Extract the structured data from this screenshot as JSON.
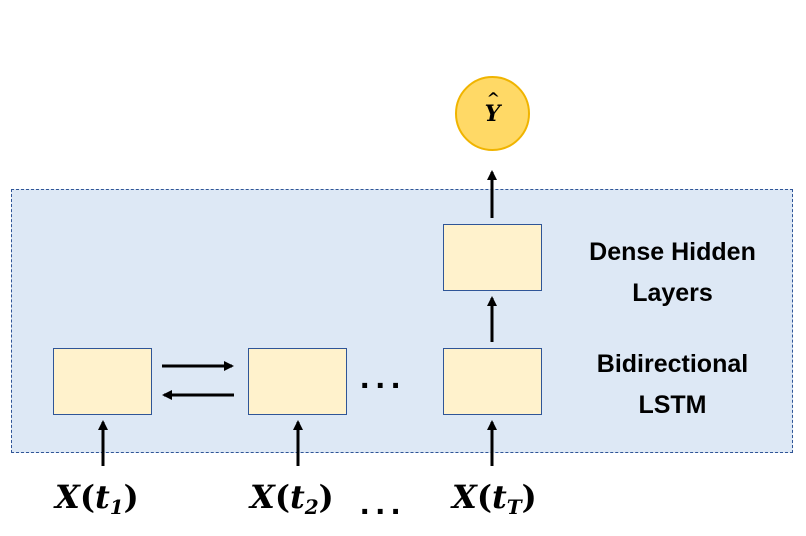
{
  "output": {
    "symbol": "Y",
    "hat": "^"
  },
  "layers": {
    "dense_line1": "Dense Hidden",
    "dense_line2": "Layers",
    "lstm_line1": "Bidirectional",
    "lstm_line2": "LSTM"
  },
  "inputs": [
    {
      "var": "X",
      "sub": "1"
    },
    {
      "var": "X",
      "sub": "2"
    },
    {
      "var": "X",
      "sub": "T"
    }
  ],
  "ellipsis": "...",
  "colors": {
    "panel_fill": "#dde8f5",
    "panel_border": "#2f5597",
    "cell_fill": "#fff2cc",
    "output_fill": "#ffd966",
    "output_border": "#f0b400"
  }
}
